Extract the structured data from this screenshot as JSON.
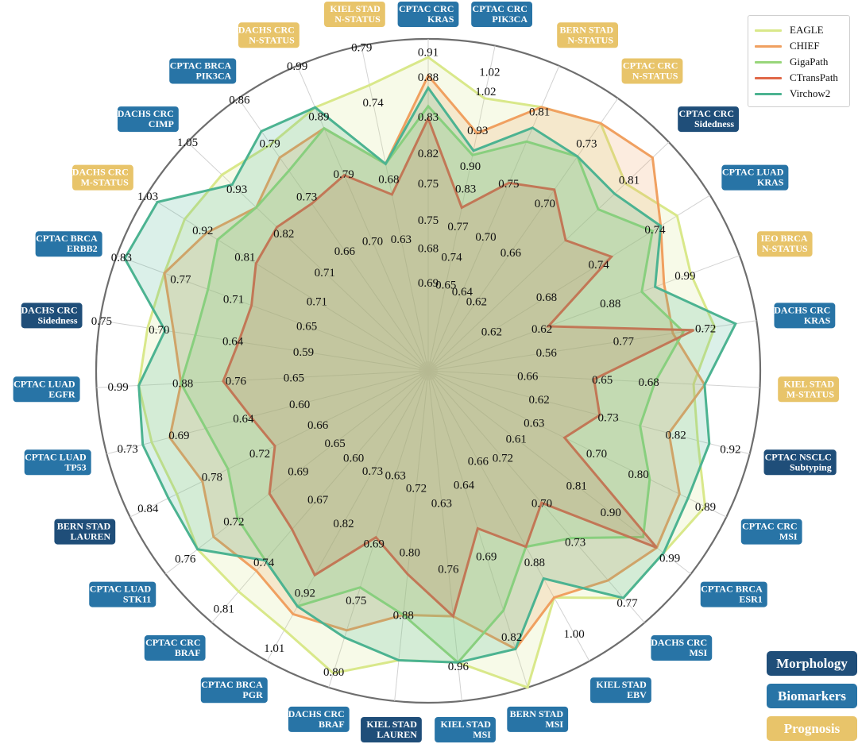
{
  "chart_data": {
    "type": "radar",
    "category_legend": [
      {
        "name": "Morphology",
        "color": "#1f4e79"
      },
      {
        "name": "Biomarkers",
        "color": "#2874a6"
      },
      {
        "name": "Prognosis",
        "color": "#e8c46a"
      }
    ],
    "series": [
      {
        "name": "EAGLE",
        "color": "#d9e88a"
      },
      {
        "name": "CHIEF",
        "color": "#f0a060"
      },
      {
        "name": "GigaPath",
        "color": "#98d67a"
      },
      {
        "name": "CTransPath",
        "color": "#e06848"
      },
      {
        "name": "Virchow2",
        "color": "#4cb391"
      }
    ],
    "axes": [
      {
        "label": [
          "CPTAC CRC",
          "KRAS"
        ],
        "cat": "Biomarkers",
        "max": "0.88",
        "values": [
          0.85,
          0.82,
          0.77,
          0.75,
          0.8
        ]
      },
      {
        "label": [
          "CPTAC CRC",
          "PIK3CA"
        ],
        "cat": "Biomarkers",
        "max": "1.02",
        "values": [
          0.9,
          0.82,
          0.77,
          0.65,
          0.78
        ]
      },
      {
        "label": [
          "BERN STAD",
          "N-STATUS"
        ],
        "cat": "Prognosis",
        "max": "0.81",
        "values": [
          0.75,
          0.75,
          0.7,
          0.64,
          0.72
        ]
      },
      {
        "label": [
          "CPTAC CRC",
          "N-STATUS"
        ],
        "cat": "Prognosis",
        "max": "0.73",
        "values": [
          0.7,
          0.7,
          0.66,
          0.62,
          0.66
        ]
      },
      {
        "label": [
          "CPTAC CRC",
          "Sidedness"
        ],
        "cat": "Morphology",
        "max": "0.81",
        "values": [
          0.73,
          0.78,
          0.68,
          0.62,
          0.71
        ]
      },
      {
        "label": [
          "CPTAC LUAD",
          "KRAS"
        ],
        "cat": "Biomarkers",
        "max": "0.74",
        "values": [
          0.7,
          0.68,
          0.67,
          0.62,
          0.68
        ]
      },
      {
        "label": [
          "IEO BRCA",
          "N-STATUS"
        ],
        "cat": "Prognosis",
        "max": "0.99",
        "values": [
          0.88,
          0.82,
          0.77,
          0.56,
          0.8
        ]
      },
      {
        "label": [
          "DACHS CRC",
          "KRAS"
        ],
        "cat": "Biomarkers",
        "max": "0.72",
        "values": [
          0.68,
          0.64,
          0.65,
          0.66,
          0.7
        ]
      },
      {
        "label": [
          "KIEL STAD",
          "M-STATUS"
        ],
        "cat": "Prognosis",
        "max": "0.92",
        "values": [
          0.8,
          0.82,
          0.73,
          0.62,
          0.82
        ]
      },
      {
        "label": [
          "CPTAC NSCLC",
          "Subtyping"
        ],
        "cat": "Morphology",
        "max": "0.89",
        "values": [
          0.8,
          0.75,
          0.7,
          0.63,
          0.82
        ]
      },
      {
        "label": [
          "CPTAC CRC",
          "MSI"
        ],
        "cat": "Biomarkers",
        "max": "0.99",
        "values": [
          0.94,
          0.88,
          0.81,
          0.61,
          0.9
        ]
      },
      {
        "label": [
          "CPTAC BRCA",
          "ESR1"
        ],
        "cat": "Biomarkers",
        "max": "0.77",
        "values": [
          0.73,
          0.72,
          0.7,
          0.72,
          0.73
        ]
      },
      {
        "label": [
          "DACHS CRC",
          "MSI"
        ],
        "cat": "Biomarkers",
        "max": "1.00",
        "values": [
          0.93,
          0.88,
          0.76,
          0.66,
          0.93
        ]
      },
      {
        "label": [
          "KIEL STAD",
          "EBV"
        ],
        "cat": "Biomarkers",
        "max": "0.82",
        "values": [
          0.72,
          0.72,
          0.64,
          0.64,
          0.69
        ]
      },
      {
        "label": [
          "BERN STAD",
          "MSI"
        ],
        "cat": "Biomarkers",
        "max": "0.96",
        "values": [
          0.96,
          0.88,
          0.8,
          0.63,
          0.88
        ]
      },
      {
        "label": [
          "KIEL STAD",
          "MSI"
        ],
        "cat": "Biomarkers",
        "max": "0.80",
        "values": [
          0.75,
          0.69,
          0.75,
          0.69,
          0.75
        ]
      },
      {
        "label": [
          "KIEL STAD",
          "LAUREN"
        ],
        "cat": "Morphology",
        "max": "1.01",
        "values": [
          0.92,
          0.82,
          0.82,
          0.73,
          0.92
        ]
      },
      {
        "label": [
          "DACHS CRC",
          "BRAF"
        ],
        "cat": "Biomarkers",
        "max": "0.81",
        "values": [
          0.79,
          0.73,
          0.67,
          0.6,
          0.74
        ]
      },
      {
        "label": [
          "CPTAC BRCA",
          "PGR"
        ],
        "cat": "Biomarkers",
        "max": "0.76",
        "values": [
          0.72,
          0.7,
          0.69,
          0.65,
          0.69
        ]
      },
      {
        "label": [
          "CPTAC CRC",
          "BRAF"
        ],
        "cat": "Biomarkers",
        "max": "0.84",
        "values": [
          0.78,
          0.74,
          0.72,
          0.66,
          0.72
        ]
      },
      {
        "label": [
          "CPTAC LUAD",
          "STK11"
        ],
        "cat": "Biomarkers",
        "max": "0.73",
        "values": [
          0.69,
          0.67,
          0.64,
          0.6,
          0.69
        ]
      },
      {
        "label": [
          "BERN STAD",
          "LAUREN"
        ],
        "cat": "Morphology",
        "max": "0.99",
        "values": [
          0.88,
          0.82,
          0.76,
          0.65,
          0.9
        ]
      },
      {
        "label": [
          "CPTAC LUAD",
          "TP53"
        ],
        "cat": "Biomarkers",
        "max": "0.75",
        "values": [
          0.7,
          0.68,
          0.64,
          0.59,
          0.71
        ]
      },
      {
        "label": [
          "CPTAC LUAD",
          "EGFR"
        ],
        "cat": "Biomarkers",
        "max": "0.83",
        "values": [
          0.77,
          0.71,
          0.71,
          0.65,
          0.77
        ]
      },
      {
        "label": [
          "DACHS CRC",
          "Sidedness"
        ],
        "cat": "Morphology",
        "max": "1.03",
        "values": [
          0.92,
          0.86,
          0.81,
          0.71,
          0.88
        ]
      },
      {
        "label": [
          "CPTAC BRCA",
          "ERBB2"
        ],
        "cat": "Biomarkers",
        "max": "1.05",
        "values": [
          0.93,
          0.93,
          0.82,
          0.71,
          1.03
        ]
      },
      {
        "label": [
          "DACHS CRC",
          "M-STATUS"
        ],
        "cat": "Prognosis",
        "max": "0.86",
        "values": [
          0.79,
          0.75,
          0.73,
          0.66,
          0.84
        ]
      },
      {
        "label": [
          "DACHS CRC",
          "CIMP"
        ],
        "cat": "Biomarkers",
        "max": "0.99",
        "values": [
          0.89,
          0.79,
          0.79,
          0.73,
          0.86
        ]
      },
      {
        "label": [
          "CPTAC BRCA",
          "PIK3CA"
        ],
        "cat": "Biomarkers",
        "max": "0.79",
        "values": [
          0.72,
          0.7,
          0.68,
          0.63,
          0.74
        ]
      },
      {
        "label": [
          "DACHS CRC",
          "N-STATUS"
        ],
        "cat": "Prognosis",
        "max": "0.91",
        "values": [
          0.83,
          0.79,
          0.79,
          0.7,
          0.83
        ]
      },
      {
        "label": [
          "KIEL STAD",
          "N-STATUS"
        ],
        "cat": "Prognosis",
        "max": "1.02",
        "values": [
          0.93,
          0.75,
          0.75,
          0.68,
          0.75
        ]
      }
    ],
    "annotations": [
      {
        "axis": 0,
        "pos": 0.265,
        "text": "0.69"
      },
      {
        "axis": 0,
        "pos": 0.455,
        "text": "0.75"
      },
      {
        "axis": 0,
        "pos": 0.655,
        "text": "0.82"
      },
      {
        "axis": 0,
        "pos": 0.885,
        "text": "0.88"
      },
      {
        "axis": 1,
        "pos": 0.265,
        "text": "0.65"
      },
      {
        "axis": 1,
        "pos": 0.445,
        "text": "0.77"
      },
      {
        "axis": 1,
        "pos": 0.63,
        "text": "0.90"
      },
      {
        "axis": 1,
        "pos": 0.86,
        "text": "1.02"
      },
      {
        "axis": 2,
        "pos": 0.26,
        "text": "0.64"
      },
      {
        "axis": 2,
        "pos": 0.44,
        "text": "0.70"
      },
      {
        "axis": 2,
        "pos": 0.615,
        "text": "0.75"
      },
      {
        "axis": 2,
        "pos": 0.85,
        "text": "0.81"
      },
      {
        "axis": 3,
        "pos": 0.255,
        "text": "0.62"
      },
      {
        "axis": 3,
        "pos": 0.435,
        "text": "0.66"
      },
      {
        "axis": 3,
        "pos": 0.615,
        "text": "0.70"
      },
      {
        "axis": 3,
        "pos": 0.835,
        "text": "0.73"
      },
      {
        "axis": 4,
        "pos": 0.835,
        "text": "0.81"
      },
      {
        "axis": 5,
        "pos": 0.225,
        "text": "0.62"
      },
      {
        "axis": 5,
        "pos": 0.42,
        "text": "0.68"
      },
      {
        "axis": 5,
        "pos": 0.605,
        "text": "0.74"
      },
      {
        "axis": 5,
        "pos": 0.805,
        "text": "0.74"
      },
      {
        "axis": 6,
        "pos": 0.365,
        "text": "0.62"
      },
      {
        "axis": 6,
        "pos": 0.585,
        "text": "0.88"
      },
      {
        "axis": 6,
        "pos": 0.825,
        "text": "0.99"
      },
      {
        "axis": 7,
        "pos": 0.36,
        "text": "0.56"
      },
      {
        "axis": 7,
        "pos": 0.595,
        "text": "0.77"
      },
      {
        "axis": 7,
        "pos": 0.845,
        "text": "0.72"
      },
      {
        "axis": 8,
        "pos": 0.3,
        "text": "0.66"
      },
      {
        "axis": 8,
        "pos": 0.525,
        "text": "0.65"
      },
      {
        "axis": 8,
        "pos": 0.665,
        "text": "0.68"
      },
      {
        "axis": 9,
        "pos": 0.345,
        "text": "0.62"
      },
      {
        "axis": 9,
        "pos": 0.56,
        "text": "0.73"
      },
      {
        "axis": 9,
        "pos": 0.77,
        "text": "0.82"
      },
      {
        "axis": 9,
        "pos": 0.94,
        "text": "0.92"
      },
      {
        "axis": 10,
        "pos": 0.355,
        "text": "0.63"
      },
      {
        "axis": 10,
        "pos": 0.565,
        "text": "0.70"
      },
      {
        "axis": 10,
        "pos": 0.705,
        "text": "0.80"
      },
      {
        "axis": 10,
        "pos": 0.93,
        "text": "0.89"
      },
      {
        "axis": 11,
        "pos": 0.335,
        "text": "0.61"
      },
      {
        "axis": 11,
        "pos": 0.565,
        "text": "0.81"
      },
      {
        "axis": 11,
        "pos": 0.695,
        "text": "0.90"
      },
      {
        "axis": 11,
        "pos": 0.92,
        "text": "0.99"
      },
      {
        "axis": 12,
        "pos": 0.345,
        "text": "0.72"
      },
      {
        "axis": 12,
        "pos": 0.525,
        "text": "0.70"
      },
      {
        "axis": 12,
        "pos": 0.68,
        "text": "0.73"
      },
      {
        "axis": 12,
        "pos": 0.92,
        "text": "0.77"
      },
      {
        "axis": 13,
        "pos": 0.31,
        "text": "0.66"
      },
      {
        "axis": 13,
        "pos": 0.66,
        "text": "0.88"
      },
      {
        "axis": 13,
        "pos": 0.905,
        "text": "1.00"
      },
      {
        "axis": 14,
        "pos": 0.36,
        "text": "0.64"
      },
      {
        "axis": 14,
        "pos": 0.585,
        "text": "0.69"
      },
      {
        "axis": 14,
        "pos": 0.84,
        "text": "0.82"
      },
      {
        "axis": 15,
        "pos": 0.4,
        "text": "0.63"
      },
      {
        "axis": 15,
        "pos": 0.6,
        "text": "0.76"
      },
      {
        "axis": 15,
        "pos": 0.895,
        "text": "0.96"
      },
      {
        "axis": 16,
        "pos": 0.355,
        "text": "0.72"
      },
      {
        "axis": 16,
        "pos": 0.55,
        "text": "0.80"
      },
      {
        "axis": 16,
        "pos": 0.74,
        "text": "0.88"
      },
      {
        "axis": 17,
        "pos": 0.33,
        "text": "0.63"
      },
      {
        "axis": 17,
        "pos": 0.545,
        "text": "0.69"
      },
      {
        "axis": 17,
        "pos": 0.725,
        "text": "0.75"
      },
      {
        "axis": 17,
        "pos": 0.95,
        "text": "0.80"
      },
      {
        "axis": 18,
        "pos": 0.345,
        "text": "0.73"
      },
      {
        "axis": 18,
        "pos": 0.525,
        "text": "0.82"
      },
      {
        "axis": 18,
        "pos": 0.765,
        "text": "0.92"
      },
      {
        "axis": 18,
        "pos": 0.955,
        "text": "1.01"
      },
      {
        "axis": 19,
        "pos": 0.345,
        "text": "0.60"
      },
      {
        "axis": 19,
        "pos": 0.51,
        "text": "0.67"
      },
      {
        "axis": 19,
        "pos": 0.76,
        "text": "0.74"
      },
      {
        "axis": 19,
        "pos": 0.945,
        "text": "0.81"
      },
      {
        "axis": 20,
        "pos": 0.355,
        "text": "0.65"
      },
      {
        "axis": 20,
        "pos": 0.495,
        "text": "0.69"
      },
      {
        "axis": 20,
        "pos": 0.74,
        "text": "0.72"
      },
      {
        "axis": 20,
        "pos": 0.925,
        "text": "0.76"
      },
      {
        "axis": 21,
        "pos": 0.37,
        "text": "0.66"
      },
      {
        "axis": 21,
        "pos": 0.565,
        "text": "0.72"
      },
      {
        "axis": 21,
        "pos": 0.725,
        "text": "0.78"
      },
      {
        "axis": 21,
        "pos": 0.94,
        "text": "0.84"
      },
      {
        "axis": 22,
        "pos": 0.4,
        "text": "0.60"
      },
      {
        "axis": 22,
        "pos": 0.575,
        "text": "0.64"
      },
      {
        "axis": 22,
        "pos": 0.775,
        "text": "0.69"
      },
      {
        "axis": 22,
        "pos": 0.935,
        "text": "0.73"
      },
      {
        "axis": 23,
        "pos": 0.405,
        "text": "0.65"
      },
      {
        "axis": 23,
        "pos": 0.58,
        "text": "0.76"
      },
      {
        "axis": 23,
        "pos": 0.74,
        "text": "0.88"
      },
      {
        "axis": 23,
        "pos": 0.935,
        "text": "0.99"
      },
      {
        "axis": 24,
        "pos": 0.38,
        "text": "0.59"
      },
      {
        "axis": 24,
        "pos": 0.595,
        "text": "0.64"
      },
      {
        "axis": 24,
        "pos": 0.82,
        "text": "0.70"
      },
      {
        "axis": 24,
        "pos": 0.995,
        "text": "0.75"
      },
      {
        "axis": 25,
        "pos": 0.39,
        "text": "0.65"
      },
      {
        "axis": 25,
        "pos": 0.625,
        "text": "0.71"
      },
      {
        "axis": 25,
        "pos": 0.795,
        "text": "0.77"
      },
      {
        "axis": 25,
        "pos": 0.985,
        "text": "0.83"
      },
      {
        "axis": 26,
        "pos": 0.395,
        "text": "0.71"
      },
      {
        "axis": 26,
        "pos": 0.65,
        "text": "0.81"
      },
      {
        "axis": 26,
        "pos": 0.8,
        "text": "0.92"
      },
      {
        "axis": 26,
        "pos": 0.995,
        "text": "1.03"
      },
      {
        "axis": 27,
        "pos": 0.43,
        "text": "0.71"
      },
      {
        "axis": 27,
        "pos": 0.6,
        "text": "0.82"
      },
      {
        "axis": 27,
        "pos": 0.795,
        "text": "0.93"
      },
      {
        "axis": 27,
        "pos": 1.0,
        "text": "1.05"
      },
      {
        "axis": 28,
        "pos": 0.44,
        "text": "0.66"
      },
      {
        "axis": 28,
        "pos": 0.64,
        "text": "0.73"
      },
      {
        "axis": 28,
        "pos": 0.835,
        "text": "0.79"
      },
      {
        "axis": 28,
        "pos": 0.995,
        "text": "0.86"
      },
      {
        "axis": 29,
        "pos": 0.425,
        "text": "0.70"
      },
      {
        "axis": 29,
        "pos": 0.645,
        "text": "0.79"
      },
      {
        "axis": 29,
        "pos": 0.835,
        "text": "0.89"
      },
      {
        "axis": 29,
        "pos": 1.0,
        "text": "0.99"
      },
      {
        "axis": 30,
        "pos": 0.405,
        "text": "0.63"
      },
      {
        "axis": 30,
        "pos": 0.59,
        "text": "0.68"
      },
      {
        "axis": 30,
        "pos": 0.825,
        "text": "0.74"
      },
      {
        "axis": 30,
        "pos": 0.995,
        "text": "0.79"
      },
      {
        "axis": 31,
        "pos": 0.37,
        "text": "0.68"
      },
      {
        "axis": 31,
        "pos": 0.565,
        "text": "0.75"
      },
      {
        "axis": 31,
        "pos": 0.765,
        "text": "0.83"
      },
      {
        "axis": 31,
        "pos": 0.96,
        "text": "0.91"
      },
      {
        "axis": 32,
        "pos": 0.35,
        "text": "0.74"
      },
      {
        "axis": 32,
        "pos": 0.56,
        "text": "0.83"
      },
      {
        "axis": 32,
        "pos": 0.74,
        "text": "0.93"
      },
      {
        "axis": 32,
        "pos": 0.92,
        "text": "1.02"
      }
    ]
  }
}
